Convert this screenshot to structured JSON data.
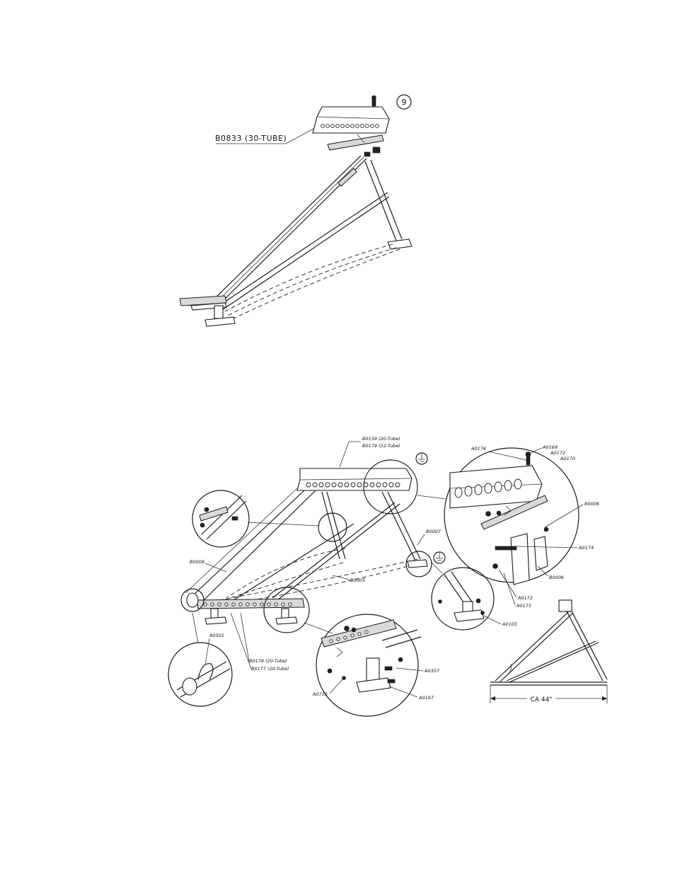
{
  "top_figure": {
    "step_number": "9",
    "header_callout": "B0833 (30-TUBE)"
  },
  "bottom_figure": {
    "labels": {
      "header_20": "B0159 (20-Tube)",
      "header_22": "B0179 (22-Tube)",
      "rail_left": "B0008",
      "rail_right": "B0007",
      "brace": "B0005",
      "base_20": "B0178 (20-Tube)",
      "base_22": "B0177 (20-Tube)",
      "clip": "A0501",
      "detail_a0176": "A0176",
      "detail_a0169": "A0169",
      "detail_a0172_top": "A0172",
      "detail_a0170": "A0170",
      "detail_b0006_top": "B0006",
      "detail_a0174": "A0174",
      "detail_b0006_bottom": "B0006",
      "detail_a0172_bottom": "A0172",
      "detail_a0175": "A0175",
      "foot_a0105": "A0105",
      "foot_a0357": "A0357",
      "foot_a0167": "A0167",
      "foot_a0715": "A0715",
      "dimension": "CA 44\""
    },
    "ground_symbols": [
      "ground-symbol-top",
      "ground-symbol-bottom"
    ]
  }
}
